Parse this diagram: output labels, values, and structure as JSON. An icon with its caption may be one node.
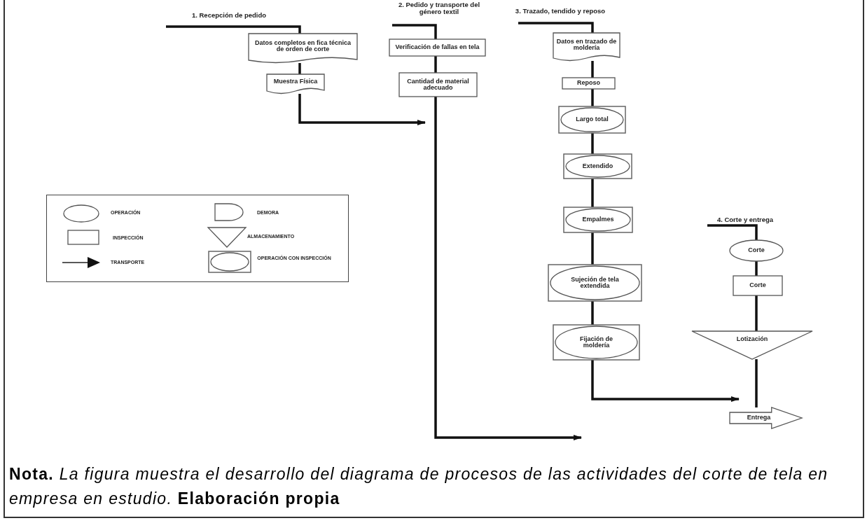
{
  "diagram": {
    "caption": "**Nota.** *La figura muestra el desarrollo del diagrama de procesos de las actividades del corte de tela en empresa en estudio.* **Elaboración propia**",
    "nodes": [
      {
        "text": [
          "Datos completos en fica técnica de orden de corte"
        ]
      },
      {
        "text": [
          "Muestra Física"
        ]
      },
      {
        "text": [
          "Verificación de fallas en tela"
        ]
      },
      {
        "text": [
          "Cantidad de material adecuado"
        ]
      },
      {
        "text": [
          "Datos en trazado de moldería"
        ]
      },
      {
        "text": [
          "Reposo"
        ]
      },
      {
        "text": [
          "Largo total"
        ]
      },
      {
        "text": [
          "Extendido"
        ]
      },
      {
        "text": [
          "Empalmes"
        ]
      },
      {
        "text": [
          "Sujeción de tela extendida"
        ]
      },
      {
        "text": [
          "Fijación de moldería"
        ]
      },
      {
        "text": [
          "Corte"
        ]
      },
      {
        "text": [
          "Corte"
        ]
      },
      {
        "text": [
          "Lotización"
        ]
      },
      {
        "text": [
          "Entrega"
        ]
      }
    ],
    "edges": [
      {
        "from": null,
        "to": 0,
        "arrow": "none"
      },
      {
        "from": 0,
        "to": 1,
        "arrow": "none"
      },
      {
        "from": 1,
        "to": 3,
        "arrow": "to"
      },
      {
        "from": null,
        "to": 2,
        "arrow": "none"
      },
      {
        "from": 2,
        "to": 3,
        "arrow": "none"
      },
      {
        "from": 3,
        "to": null,
        "arrow": "to"
      },
      {
        "from": null,
        "to": 4,
        "arrow": "none"
      },
      {
        "from": 4,
        "to": 5,
        "arrow": "none"
      },
      {
        "from": 5,
        "to": 6,
        "arrow": "none"
      },
      {
        "from": 6,
        "to": 7,
        "arrow": "none"
      },
      {
        "from": 7,
        "to": 8,
        "arrow": "none"
      },
      {
        "from": 8,
        "to": 9,
        "arrow": "none"
      },
      {
        "from": 9,
        "to": 10,
        "arrow": "none"
      },
      {
        "from": 10,
        "to": 14,
        "arrow": "to"
      },
      {
        "from": null,
        "to": 11,
        "arrow": "none"
      },
      {
        "from": 11,
        "to": 12,
        "arrow": "none"
      },
      {
        "from": 12,
        "to": 13,
        "arrow": "none"
      },
      {
        "from": 13,
        "to": 14,
        "arrow": "none"
      }
    ],
    "labels": [
      "2. Pedido y transporte del género textil",
      "1. Recepción de pedido",
      "3. Trazado, tendido y reposo",
      "4. Corte y entrega"
    ],
    "legend": [
      {
        "text": "OPERACIÓN"
      },
      {
        "text": "DEMORA"
      },
      {
        "text": "INSPECCIÓN"
      },
      {
        "text": "ALMACENAMIENTO"
      },
      {
        "text": "TRANSPORTE"
      },
      {
        "text": "OPERACIÓN CON INSPECCIÓN"
      }
    ]
  }
}
